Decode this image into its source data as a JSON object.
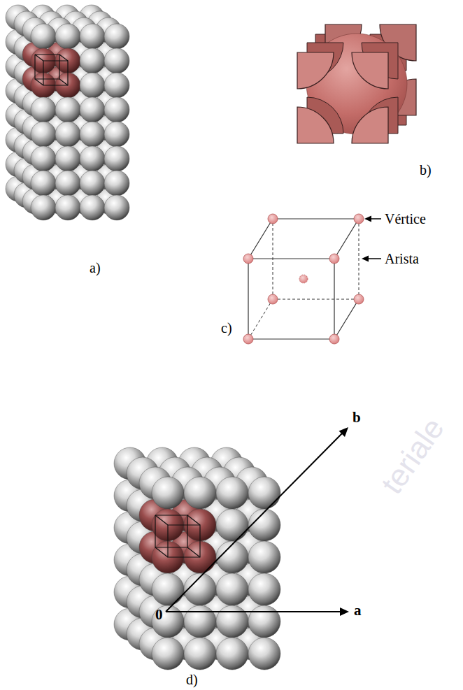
{
  "diagram": {
    "labels": [
      "a)",
      "b)",
      "Vértice",
      "Arista",
      "c)",
      "b",
      "0",
      "a",
      "d)",
      "teriale"
    ]
  }
}
